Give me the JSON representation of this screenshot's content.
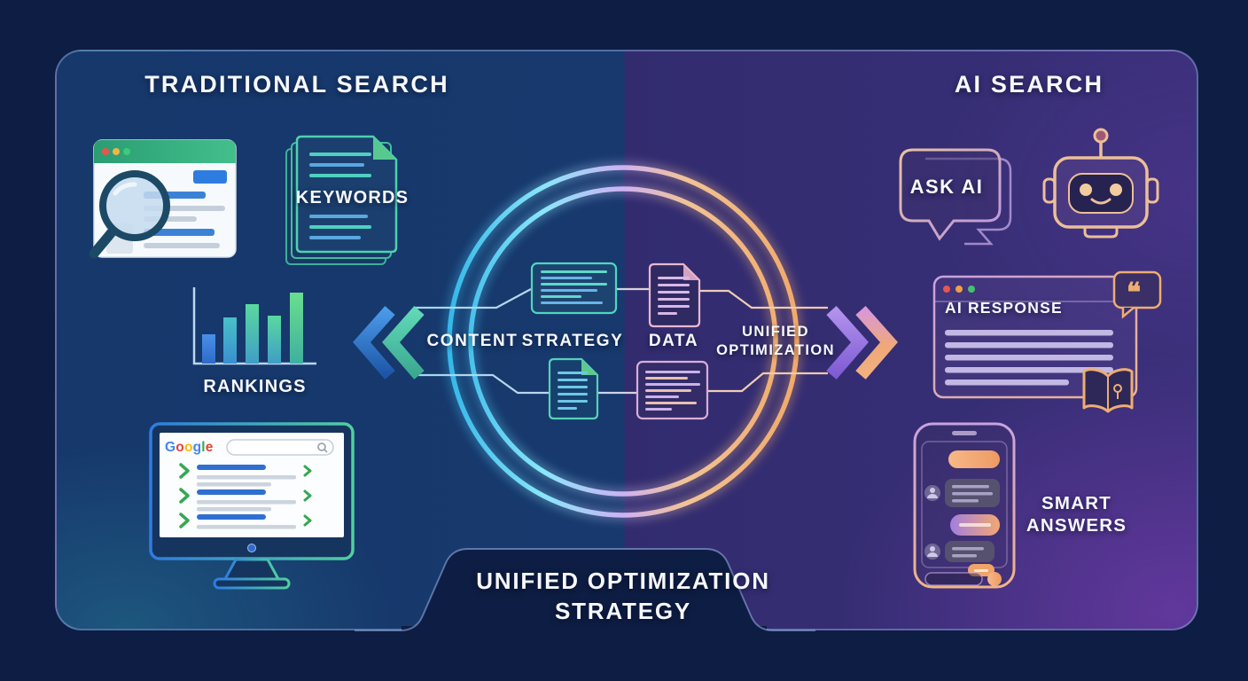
{
  "header": {
    "left_title": "TRADITIONAL SEARCH",
    "right_title": "AI SEARCH"
  },
  "traditional": {
    "keywords_label": "KEYWORDS",
    "rankings_label": "RANKINGS",
    "google_letters": [
      "G",
      "o",
      "o",
      "g",
      "l",
      "e"
    ],
    "rankings_bar_heights": [
      33,
      52,
      67,
      54,
      80
    ],
    "serp_result_count": 3
  },
  "ai": {
    "ask_ai_label": "ASK AI",
    "ai_response_label": "AI RESPONSE",
    "smart_answers_label": "SMART ANSWERS",
    "quote_glyph": "❝"
  },
  "flow": {
    "content_label": "CONTENT",
    "strategy_label": "STRATEGY",
    "data_label": "DATA",
    "unified_line1": "UNIFIED",
    "unified_line2": "OPTIMIZATION"
  },
  "footer": {
    "line1": "UNIFIED OPTIMIZATION",
    "line2": "STRATEGY"
  },
  "colors": {
    "background": "#0e1d43",
    "panel_left_blue": "#16386b",
    "panel_right_purple": "#342c72",
    "neon_cyan": "#57d6f5",
    "neon_peach": "#f2b176",
    "accent_teal": "#4fc9a6",
    "accent_blue": "#2f7ce0",
    "accent_orange": "#f0a06a",
    "accent_purple": "#9a78e0",
    "google_blue": "#4285F4",
    "google_red": "#EA4335",
    "google_yellow": "#FBBC05",
    "google_green": "#34A853"
  }
}
